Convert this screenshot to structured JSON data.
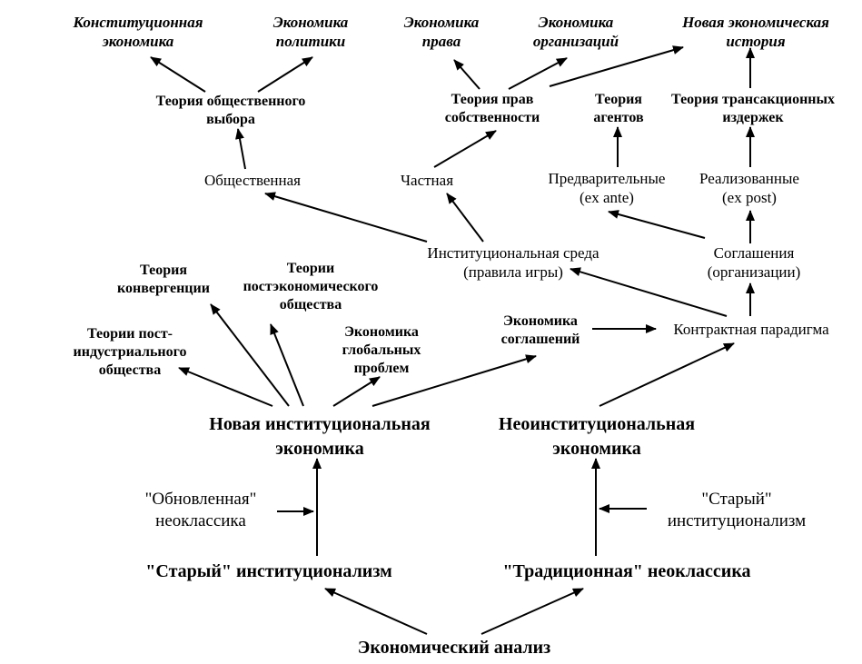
{
  "nodes": {
    "constitutional_economics": {
      "lines": [
        "Конституционная",
        "экономика"
      ]
    },
    "economics_of_politics": {
      "lines": [
        "Экономика",
        "политики"
      ]
    },
    "economics_of_law": {
      "lines": [
        "Экономика",
        "права"
      ]
    },
    "economics_of_organizations": {
      "lines": [
        "Экономика",
        "организаций"
      ]
    },
    "new_economic_history": {
      "lines": [
        "Новая экономическая",
        "история"
      ]
    },
    "public_choice_theory": {
      "lines": [
        "Теория общественного",
        "выбора"
      ]
    },
    "property_rights_theory": {
      "lines": [
        "Теория прав",
        "собственности"
      ]
    },
    "agency_theory": {
      "lines": [
        "Теория",
        "агентов"
      ]
    },
    "transaction_cost_theory": {
      "lines": [
        "Теория трансакционных",
        "издержек"
      ]
    },
    "public": {
      "lines": [
        "Общественная"
      ]
    },
    "private": {
      "lines": [
        "Частная"
      ]
    },
    "ex_ante": {
      "lines": [
        "Предварительные",
        "(ex ante)"
      ]
    },
    "ex_post": {
      "lines": [
        "Реализованные",
        "(ex post)"
      ]
    },
    "institutional_environment": {
      "lines": [
        "Институциональная среда",
        "(правила игры)"
      ]
    },
    "agreements": {
      "lines": [
        "Соглашения",
        "(организации)"
      ]
    },
    "convergence_theory": {
      "lines": [
        "Теория",
        "конвергенции"
      ]
    },
    "post_economic_theory": {
      "lines": [
        "Теории",
        "постэкономического",
        "общества"
      ]
    },
    "post_industrial_theory": {
      "lines": [
        "Теории пост-",
        "индустриального",
        "общества"
      ]
    },
    "global_problems": {
      "lines": [
        "Экономика",
        "глобальных",
        "проблем"
      ]
    },
    "economics_of_agreements": {
      "lines": [
        "Экономика",
        "соглашений"
      ]
    },
    "contract_paradigm": {
      "lines": [
        "Контрактная парадигма"
      ]
    },
    "new_institutional_economics": {
      "lines": [
        "Новая институциональная",
        "экономика"
      ]
    },
    "neo_institutional_economics": {
      "lines": [
        "Неоинституциональная",
        "экономика"
      ]
    },
    "updated_neoclassics": {
      "lines": [
        "\"Обновленная\"",
        "неоклассика"
      ]
    },
    "old_institutionalism_side": {
      "lines": [
        "\"Старый\"",
        "институционализм"
      ]
    },
    "old_institutionalism": {
      "lines": [
        "\"Старый\" институционализм"
      ]
    },
    "traditional_neoclassics": {
      "lines": [
        "\"Традиционная\" неоклассика"
      ]
    },
    "economic_analysis": {
      "lines": [
        "Экономический анализ"
      ]
    }
  }
}
